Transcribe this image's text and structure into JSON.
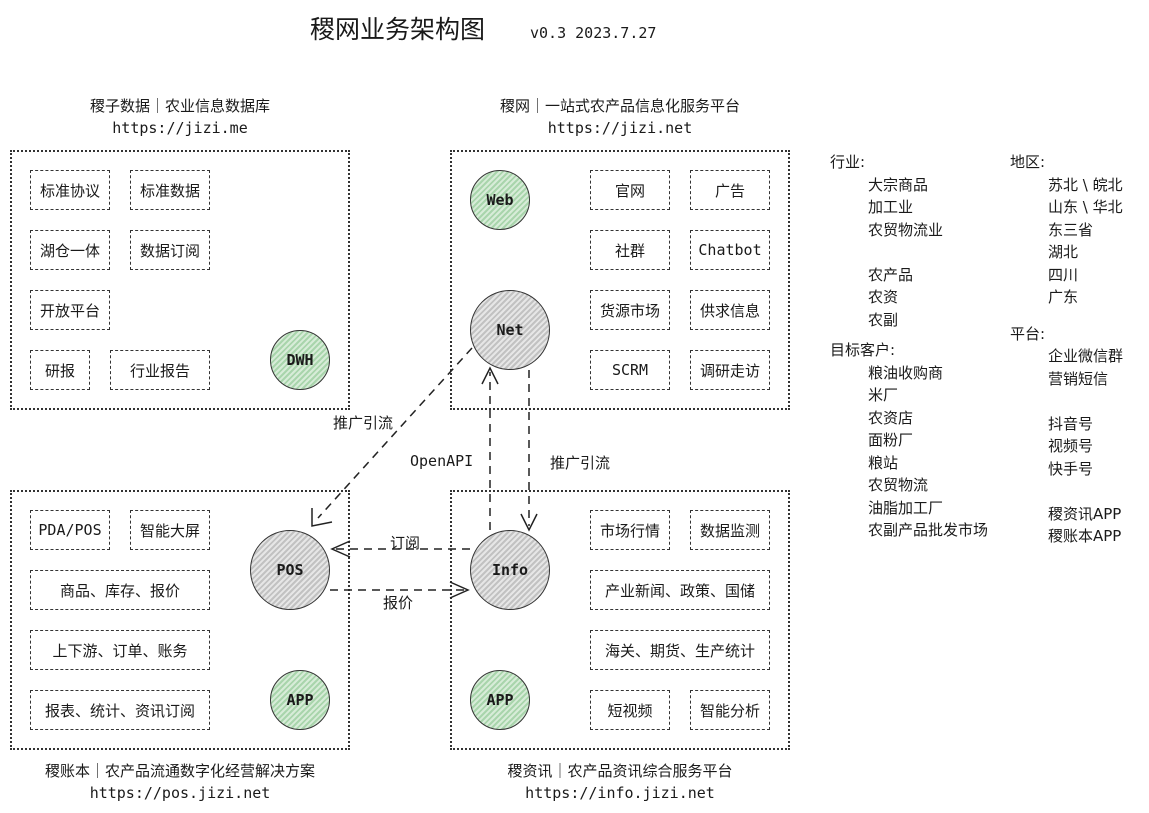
{
  "title": "稷网业务架构图",
  "version": "v0.3 2023.7.27",
  "panels": {
    "dwh": {
      "caption": "稷子数据｜农业信息数据库",
      "url": "https://jizi.me",
      "boxes": [
        "标准协议",
        "标准数据",
        "湖仓一体",
        "数据订阅",
        "开放平台",
        "研报",
        "行业报告"
      ],
      "circle": "DWH"
    },
    "net": {
      "caption": "稷网｜一站式农产品信息化服务平台",
      "url": "https://jizi.net",
      "boxes": [
        "官网",
        "广告",
        "社群",
        "Chatbot",
        "货源市场",
        "供求信息",
        "SCRM",
        "调研走访"
      ],
      "circle_web": "Web",
      "circle_net": "Net"
    },
    "pos": {
      "caption": "稷账本｜农产品流通数字化经营解决方案",
      "url": "https://pos.jizi.net",
      "boxes": [
        "PDA/POS",
        "智能大屏",
        "商品、库存、报价",
        "上下游、订单、账务",
        "报表、统计、资讯订阅"
      ],
      "circle_pos": "POS",
      "circle_app": "APP"
    },
    "info": {
      "caption": "稷资讯｜农产品资讯综合服务平台",
      "url": "https://info.jizi.net",
      "boxes": [
        "市场行情",
        "数据监测",
        "产业新闻、政策、国储",
        "海关、期货、生产统计",
        "短视频",
        "智能分析"
      ],
      "circle_info": "Info",
      "circle_app": "APP"
    }
  },
  "arrows": {
    "net_to_pos": "推广引流",
    "openapi": "OpenAPI",
    "net_to_info": "推广引流",
    "subscribe": "订阅",
    "quote": "报价"
  },
  "side": {
    "industry_label": "行业:",
    "industry_items": [
      "大宗商品",
      "加工业",
      "农贸物流业"
    ],
    "product_items": [
      "农产品",
      "农资",
      "农副"
    ],
    "customer_label": "目标客户:",
    "customer_items": [
      "粮油收购商",
      "米厂",
      "农资店",
      "面粉厂",
      "粮站",
      "农贸物流",
      "油脂加工厂",
      "农副产品批发市场"
    ],
    "region_label": "地区:",
    "region_items": [
      "苏北 \\ 皖北",
      "山东 \\ 华北",
      "东三省",
      "湖北",
      "四川",
      "广东"
    ],
    "platform_label": "平台:",
    "platform_items_a": [
      "企业微信群",
      "营销短信"
    ],
    "platform_items_b": [
      "抖音号",
      "视频号",
      "快手号"
    ],
    "platform_items_c": [
      "稷资讯APP",
      "稷账本APP"
    ]
  }
}
